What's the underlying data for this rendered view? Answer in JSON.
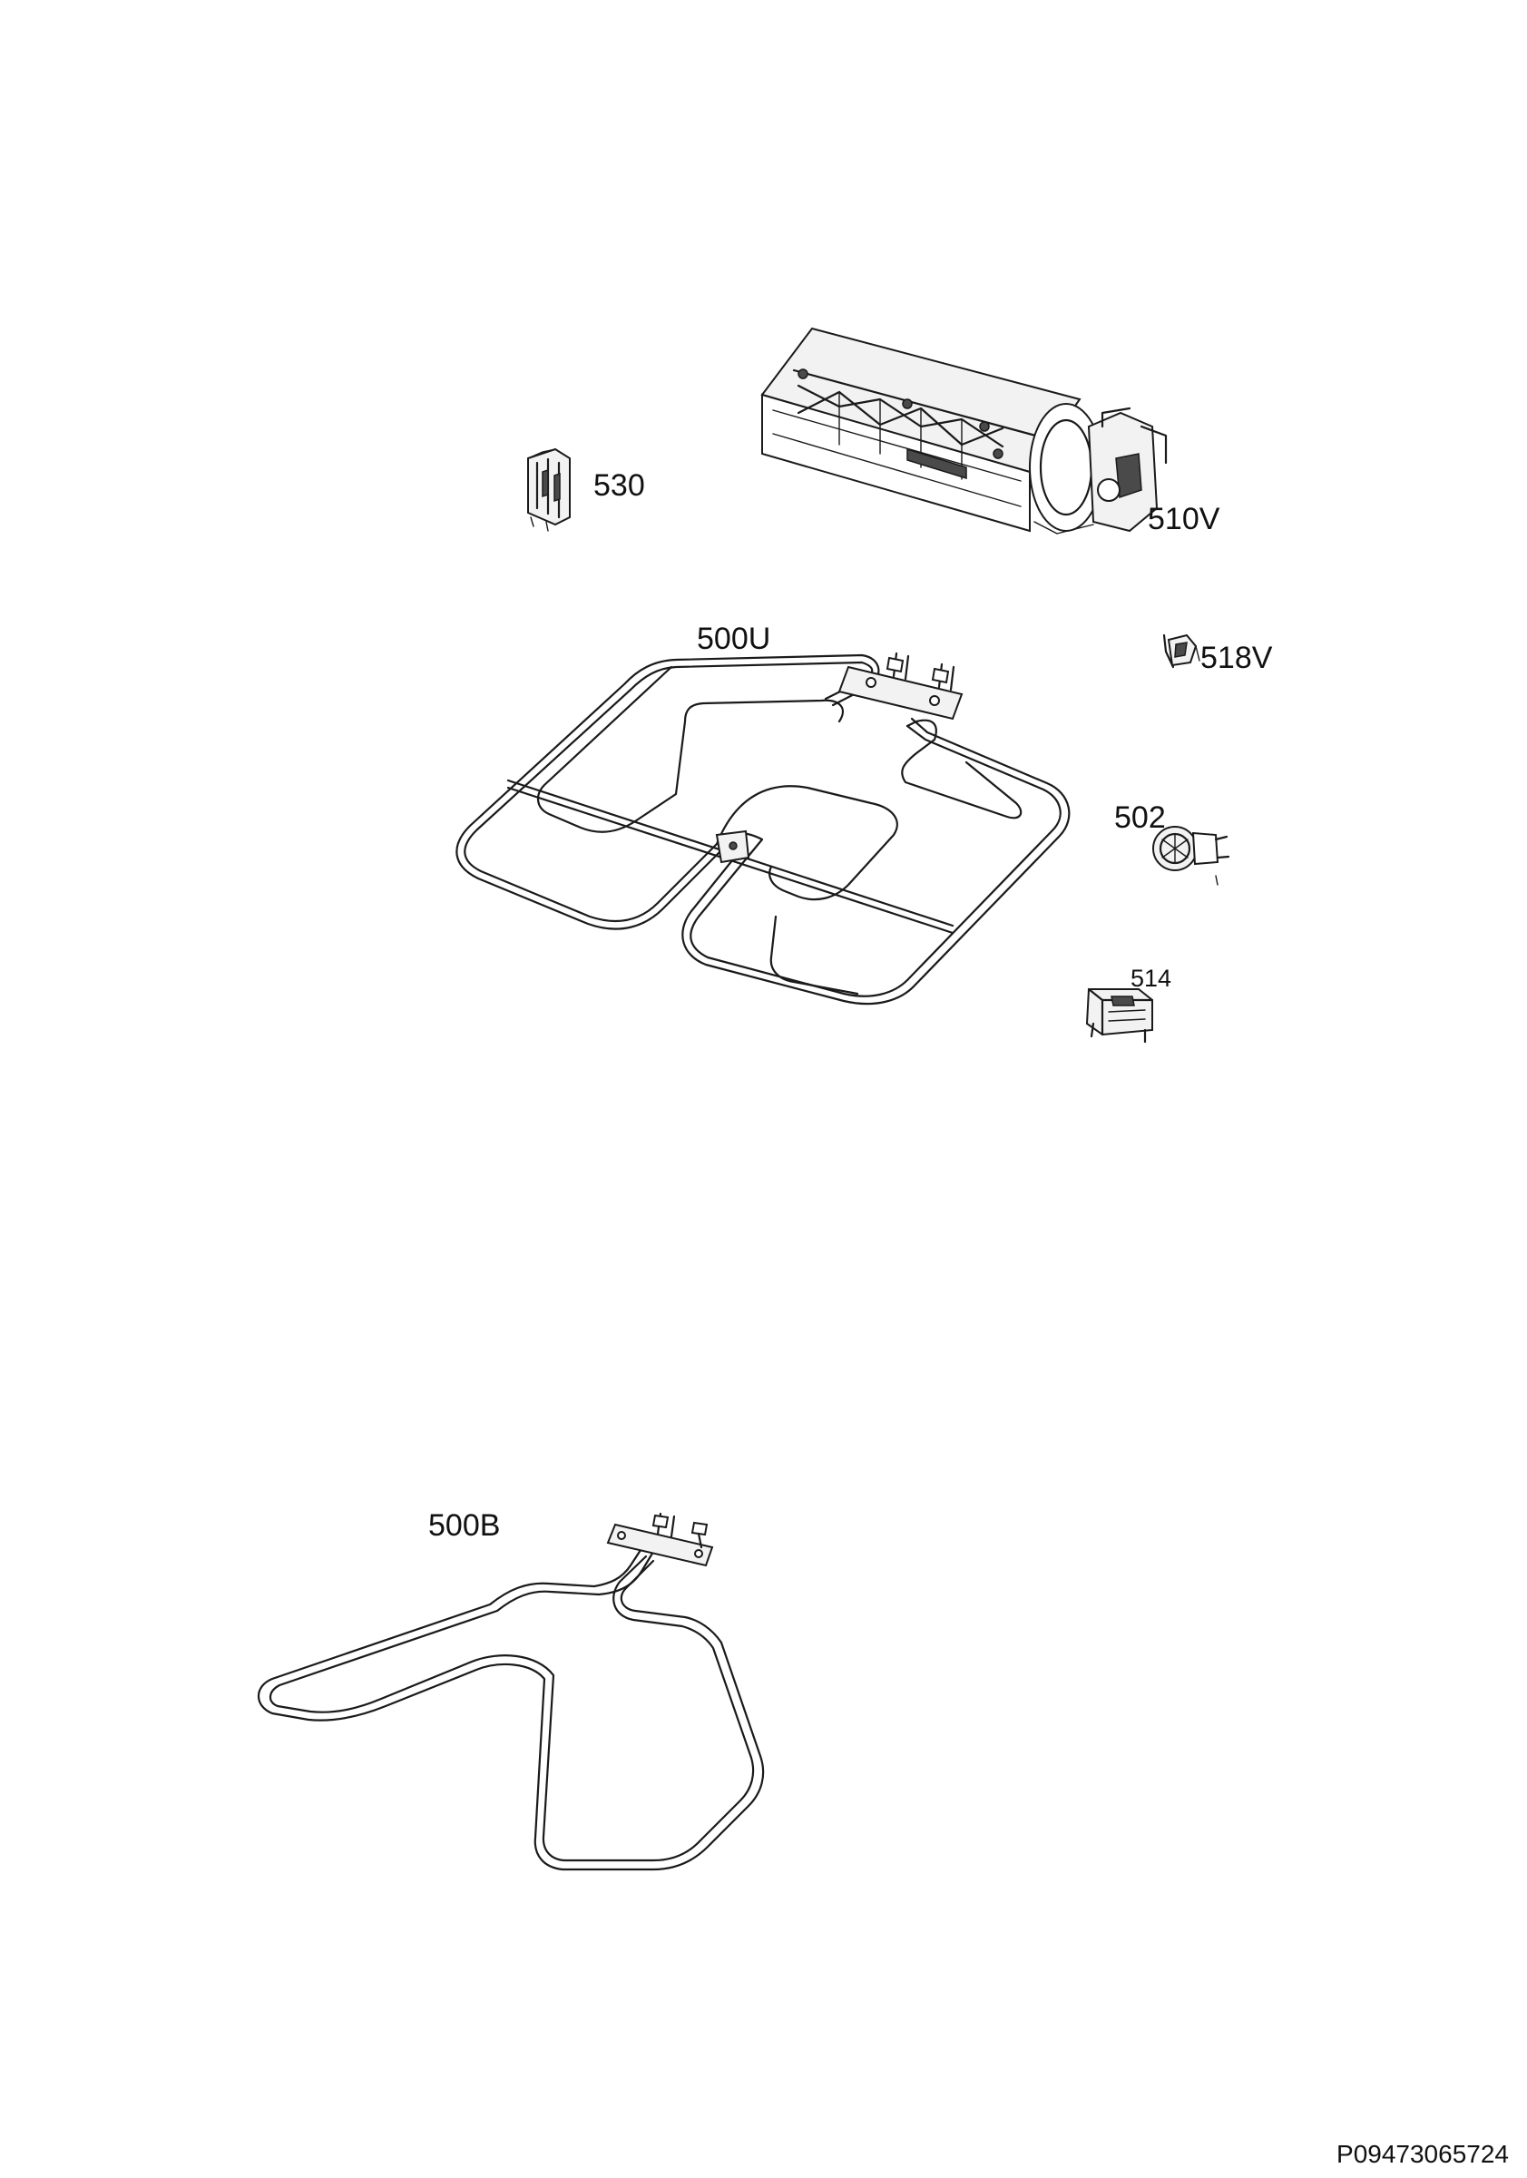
{
  "parts": [
    {
      "id": "530",
      "label": "530",
      "icon": "terminal-block-icon"
    },
    {
      "id": "510V",
      "label": "510V",
      "icon": "tangential-fan-icon"
    },
    {
      "id": "500U",
      "label": "500U",
      "icon": "upper-heating-element-icon"
    },
    {
      "id": "518V",
      "label": "518V",
      "icon": "clip-icon"
    },
    {
      "id": "502",
      "label": "502",
      "icon": "oven-lamp-icon"
    },
    {
      "id": "514",
      "label": "514",
      "icon": "switch-icon"
    },
    {
      "id": "500B",
      "label": "500B",
      "icon": "bottom-heating-element-icon"
    }
  ],
  "document_code": "P09473065724"
}
